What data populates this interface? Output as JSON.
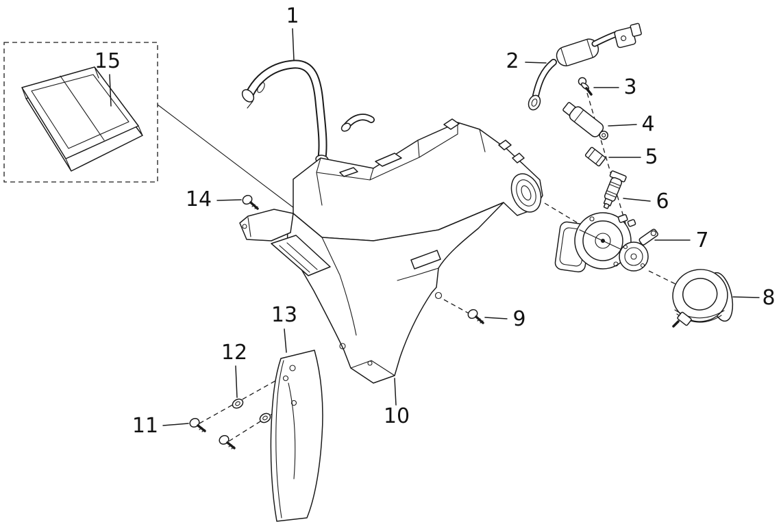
{
  "diagram": {
    "background_color": "#ffffff",
    "line_color": "#1a1a1a",
    "callouts": [
      {
        "id": "1",
        "label": "1"
      },
      {
        "id": "2",
        "label": "2"
      },
      {
        "id": "3",
        "label": "3"
      },
      {
        "id": "4",
        "label": "4"
      },
      {
        "id": "5",
        "label": "5"
      },
      {
        "id": "6",
        "label": "6"
      },
      {
        "id": "7",
        "label": "7"
      },
      {
        "id": "8",
        "label": "8"
      },
      {
        "id": "9",
        "label": "9"
      },
      {
        "id": "10",
        "label": "10"
      },
      {
        "id": "11",
        "label": "11"
      },
      {
        "id": "12",
        "label": "12"
      },
      {
        "id": "13",
        "label": "13"
      },
      {
        "id": "14",
        "label": "14"
      },
      {
        "id": "15",
        "label": "15"
      }
    ]
  }
}
